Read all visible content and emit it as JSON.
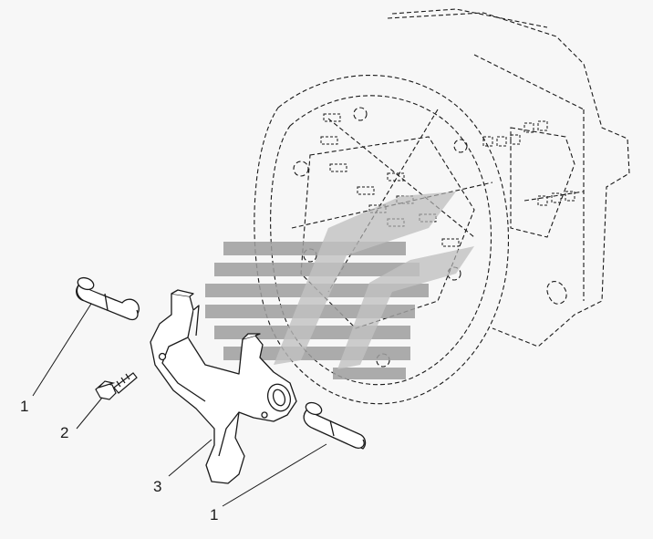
{
  "diagram": {
    "callouts": [
      {
        "id": "c1a",
        "label": "1"
      },
      {
        "id": "c2",
        "label": "2"
      },
      {
        "id": "c3",
        "label": "3"
      },
      {
        "id": "c1b",
        "label": "1"
      }
    ],
    "colors": {
      "line": "#1a1a1a",
      "watermark": "#9e9e9e",
      "background": "#f7f7f7"
    },
    "watermark_icon": "striped-logo-watermark"
  }
}
